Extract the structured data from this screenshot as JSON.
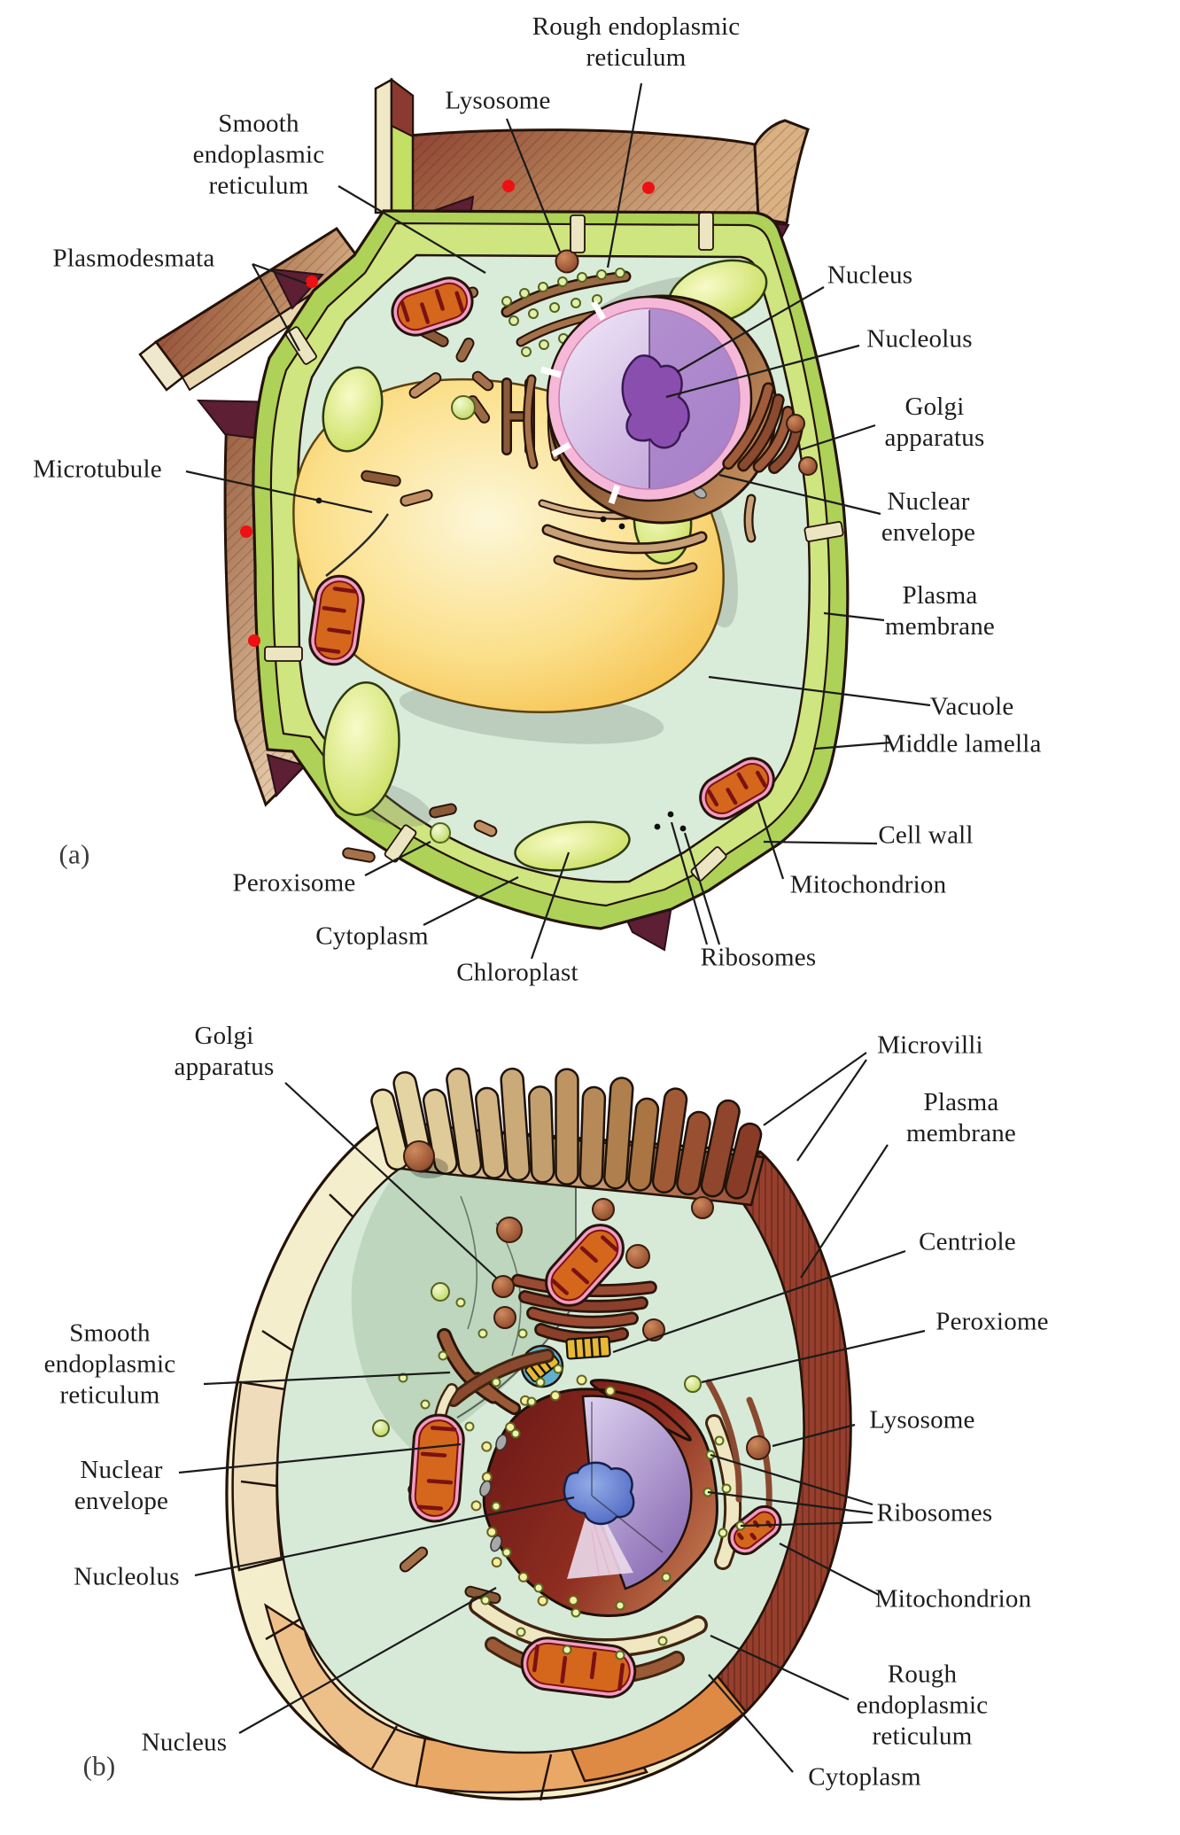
{
  "figure": {
    "caption_a": "(a)",
    "caption_b": "(b)",
    "diagram_a": {
      "name": "plant cell",
      "labels": {
        "rough_er": "Rough endoplasmic\nreticulum",
        "lysosome": "Lysosome",
        "smooth_er": "Smooth\nendoplasmic\nreticulum",
        "plasmodesmata": "Plasmodesmata",
        "microtubule": "Microtubule",
        "nucleus": "Nucleus",
        "nucleolus": "Nucleolus",
        "golgi": "Golgi\napparatus",
        "nuclear_envelope": "Nuclear\nenvelope",
        "plasma_membrane": "Plasma\nmembrane",
        "vacuole": "Vacuole",
        "middle_lamella": "Middle lamella",
        "cell_wall": "Cell wall",
        "mitochondrion": "Mitochondrion",
        "ribosomes": "Ribosomes",
        "chloroplast": "Chloroplast",
        "cytoplasm": "Cytoplasm",
        "peroxisome": "Peroxisome"
      }
    },
    "diagram_b": {
      "name": "animal cell",
      "labels": {
        "golgi": "Golgi\napparatus",
        "microvilli": "Microvilli",
        "plasma_membrane": "Plasma\nmembrane",
        "centriole": "Centriole",
        "peroxiome": "Peroxiome",
        "lysosome": "Lysosome",
        "ribosomes": "Ribosomes",
        "mitochondrion": "Mitochondrion",
        "rough_er": "Rough\nendoplasmic\nreticulum",
        "cytoplasm": "Cytoplasm",
        "smooth_er": "Smooth\nendoplasmic\nreticulum",
        "nuclear_envelope": "Nuclear\nenvelope",
        "nucleolus": "Nucleolus",
        "nucleus": "Nucleus"
      }
    },
    "palette": {
      "wall_green": "#b2d45f",
      "wall_green_light": "#cfe57f",
      "cytoplasm_green": "#d9ecda",
      "vacuole_yellow": "#f6c145",
      "cell_exterior_brown": "#8a3c2e",
      "middle_lamella_cream": "#ece5c2",
      "junction_maroon": "#5c1f33",
      "nucleus_purple": "#b895d4",
      "nucleolus_purple": "#8a4fae",
      "nuclear_envelope_pink": "#f5b8d8",
      "mitochondrion_orange": "#d4671c",
      "mitochondrion_rim_pink": "#f29cc4",
      "chloroplast_green": "#c9df5c",
      "lysosome_brown": "#a85a38",
      "plasmodesmata_red": "#ee1111",
      "animal_membrane_red": "#963f2c",
      "animal_shell_cream": "#f4eecd",
      "animal_cytoplasm": "#d7ead8",
      "animal_nucleus_maroon": "#7c1f1d",
      "animal_nucleolus_blue": "#4a63c0",
      "ribosome_dot_green": "#dff0a8",
      "label_text": "#1d1d1d"
    }
  }
}
